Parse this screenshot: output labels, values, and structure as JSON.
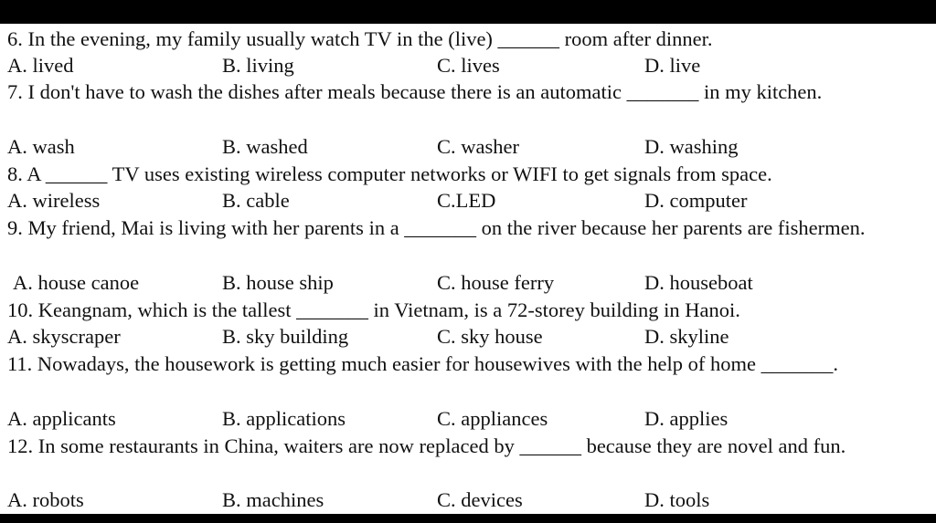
{
  "questions": [
    {
      "stem": "6. In the evening, my family usually watch TV in the (live) ______ room after dinner.",
      "options": [
        "A. lived",
        "B. living",
        "C. lives",
        "D. live"
      ]
    },
    {
      "stem": "7. I don't have to wash the dishes after meals because there is an automatic _______ in my kitchen.",
      "options": [
        "A. wash",
        "B. washed",
        "C. washer",
        "D. washing"
      ]
    },
    {
      "stem": "8. A ______ TV uses existing wireless computer networks or WIFI to get signals from space.",
      "options": [
        "A. wireless",
        "B. cable",
        "C.LED",
        "D. computer"
      ]
    },
    {
      "stem": "9. My friend, Mai is living with her parents in a _______ on the river because her parents are fishermen.",
      "options": [
        "A. house canoe",
        "B. house ship",
        "C. house ferry",
        "D. houseboat"
      ]
    },
    {
      "stem": "10. Keangnam, which is the tallest _______ in Vietnam, is a 72-storey building in Hanoi.",
      "options": [
        "A. skyscraper",
        "B. sky building",
        "C. sky house",
        "D. skyline"
      ]
    },
    {
      "stem": "11. Nowadays, the housework is getting much easier for housewives with the help of home _______.",
      "options": [
        "A. applicants",
        "B. applications",
        "C. appliances",
        "D. applies"
      ]
    },
    {
      "stem": "12. In some restaurants in China, waiters are now replaced by ______ because they are novel and fun.",
      "options": [
        "A. robots",
        "B. machines",
        "C. devices",
        "D. tools"
      ]
    }
  ]
}
